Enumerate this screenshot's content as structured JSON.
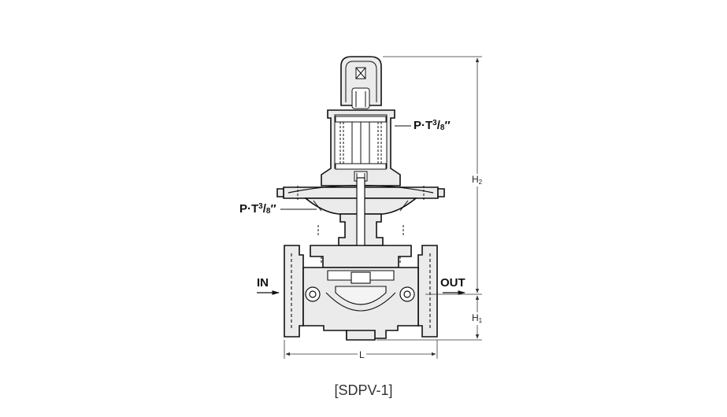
{
  "labels": {
    "port_upper": {
      "base": "P·T",
      "num": "3",
      "den": "8",
      "mark": "″"
    },
    "port_lower": {
      "base": "P·T",
      "num": "3",
      "den": "8",
      "mark": "″"
    },
    "inlet": "IN",
    "outlet": "OUT",
    "dim_h2": {
      "letter": "H",
      "sub": "2"
    },
    "dim_h1": {
      "letter": "H",
      "sub": "1"
    },
    "dim_l": "L"
  },
  "caption": "[SDPV-1]",
  "colors": {
    "body_fill": "#ebebeb",
    "line": "#111111",
    "dim_line": "#333333",
    "background": "#ffffff"
  }
}
